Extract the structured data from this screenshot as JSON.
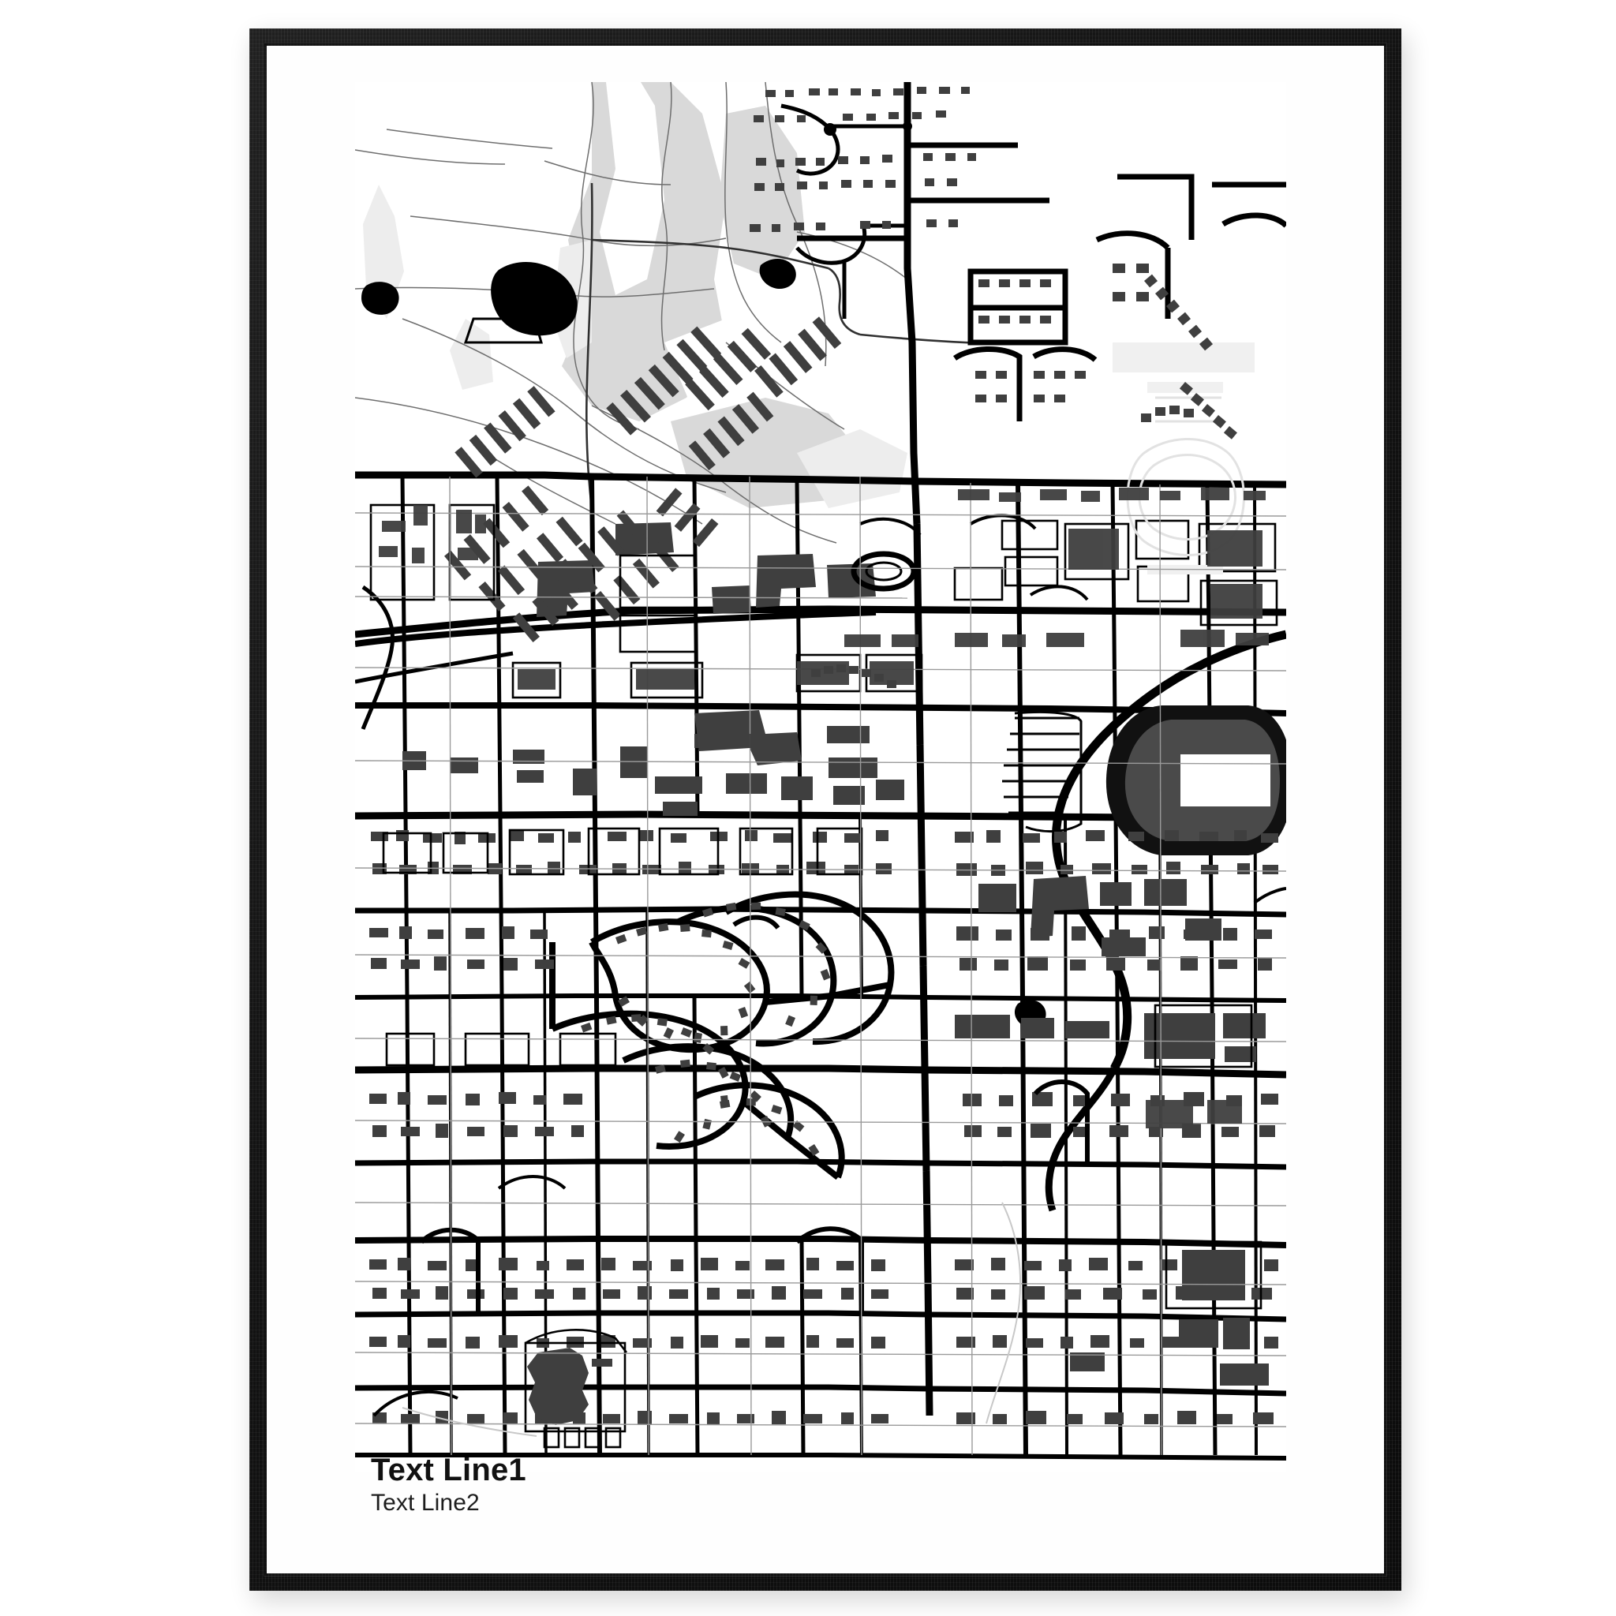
{
  "poster": {
    "caption": {
      "line1": "Text Line1",
      "line2": "Text Line2"
    },
    "frame": {
      "color": "#141414",
      "style": "black wood"
    },
    "mat_color": "#fefefe"
  },
  "map": {
    "title": "Minimalist city street map",
    "style": "black and white line map",
    "colors": {
      "background": "#ffffff",
      "road_major": "#000000",
      "road_minor": "#111111",
      "road_hairline": "#6a6a6a",
      "building": "#3f3f3f",
      "building_dark": "#000000",
      "park": "#d9d9d9",
      "park_light": "#ededed",
      "water": "#000000"
    },
    "features": [
      "park-area-north",
      "lake-black",
      "stadium-oval",
      "arterial-grid",
      "curved-suburb-streets",
      "downtown-blocks",
      "river-corridor"
    ]
  }
}
